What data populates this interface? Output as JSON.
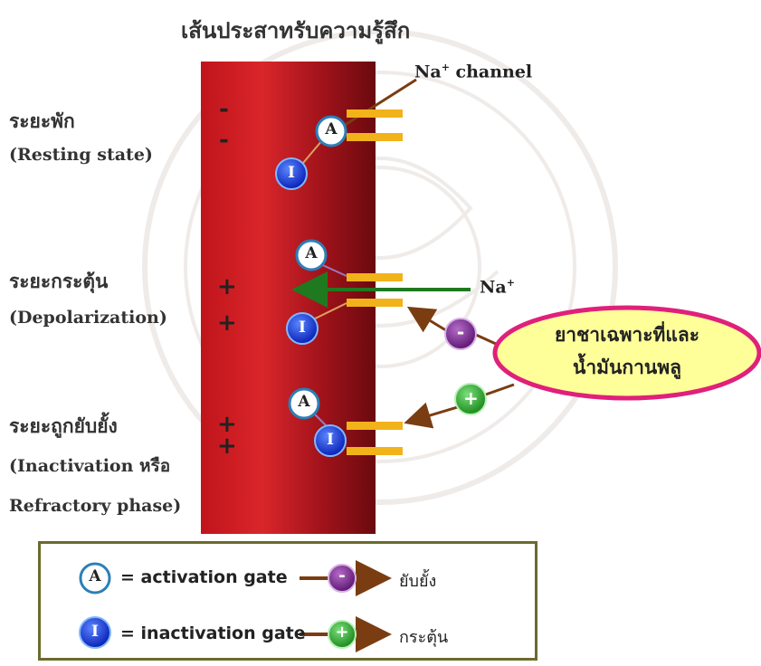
{
  "diagram": {
    "title": "เส้นประสาทรับความรู้สึก",
    "channel_label": "Na",
    "channel_label_sup": "+",
    "channel_label_suffix": " channel",
    "ion_label": "Na",
    "ion_label_sup": "+",
    "stages": [
      {
        "name_th": "ระยะพัก",
        "name_en": "(Resting state)",
        "signs": [
          "-",
          "-"
        ]
      },
      {
        "name_th": "ระยะกระตุ้น",
        "name_en": "(Depolarization)",
        "signs": [
          "+",
          "+"
        ]
      },
      {
        "name_th": "ระยะถูกยับยั้ง",
        "name_en": "(Inactivation หรือ",
        "name_en_2": "Refractory phase)",
        "signs": [
          "+",
          "+"
        ]
      }
    ],
    "gate_letters": {
      "activation": "A",
      "inactivation": "I"
    },
    "drug": {
      "line1": "ยาชาเฉพาะที่และ",
      "line2": "น้ำมันกานพลู"
    },
    "symbols": {
      "minus": "-",
      "plus": "+"
    }
  },
  "legend": {
    "activation": "= activation gate",
    "inactivation": "= inactivation gate",
    "inhibit": "ยับยั้ง",
    "stimulate": "กระตุ้น"
  },
  "colors": {
    "membrane_dark": "#7a0c10",
    "membrane_light": "#d9262b",
    "channel": "#f2b21a",
    "activation_gate": "#2c7fb8",
    "inactivation_gate": "#1133cc",
    "inhibitor": "#7b2a8c",
    "stimulator": "#2fa82f",
    "arrow_brown": "#7a3d12",
    "arrow_green": "#1f7a1f",
    "drug_bubble": "#ffff99",
    "drug_border": "#e0207a"
  },
  "icons": [
    "activation-gate-icon",
    "inactivation-gate-icon",
    "inhibitor-icon",
    "stimulator-icon"
  ]
}
